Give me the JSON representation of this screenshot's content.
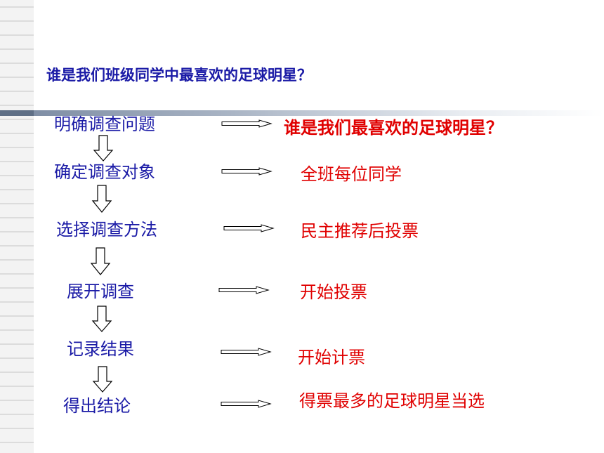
{
  "title": "谁是我们班级同学中最喜欢的足球明星？",
  "steps": [
    {
      "label": "明确调查问题",
      "result": "谁是我们最喜欢的足球明星？"
    },
    {
      "label": "确定调查对象",
      "result": "全班每位同学"
    },
    {
      "label": "选择调查方法",
      "result": "民主推荐后投票"
    },
    {
      "label": "展开调查",
      "result": "开始投票"
    },
    {
      "label": "记录结果",
      "result": "开始计票"
    },
    {
      "label": "得出结论",
      "result": "得票最多的足球明星当选"
    }
  ],
  "colors": {
    "step_text": "#1a1aa6",
    "result_text": "#e00000",
    "divider": "#5f6f86"
  }
}
